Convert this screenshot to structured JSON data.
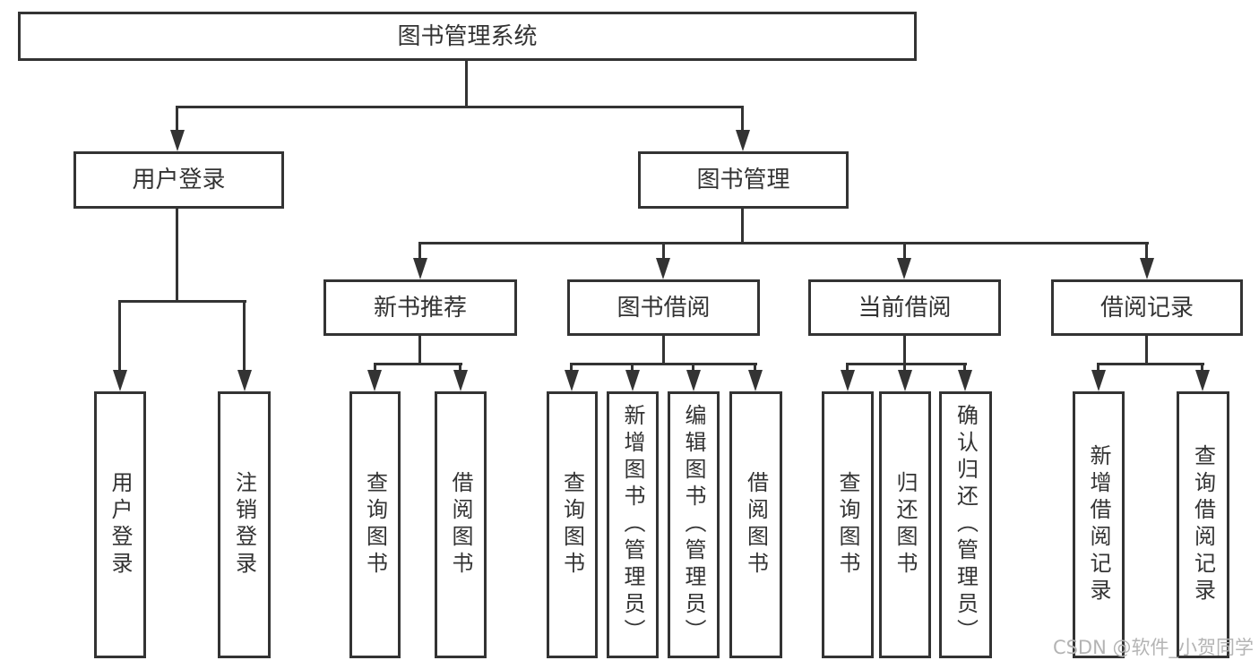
{
  "diagram": {
    "title": "图书管理系统",
    "nodes": {
      "root": "图书管理系统",
      "user_login": "用户登录",
      "book_mgmt": "图书管理",
      "new_books": "新书推荐",
      "book_borrow": "图书借阅",
      "current_borrow": "当前借阅",
      "borrow_records": "借阅记录",
      "leaves": {
        "login": [
          "用户登录",
          "注销登录"
        ],
        "recommend": [
          "查询图书",
          "借阅图书"
        ],
        "borrow": [
          "查询图书",
          "新增图书（管理员）",
          "编辑图书（管理员）",
          "借阅图书"
        ],
        "current": [
          "查询图书",
          "归还图书",
          "确认归还（管理员）"
        ],
        "records": [
          "新增借阅记录",
          "查询借阅记录"
        ]
      }
    },
    "colors": {
      "line": "#333333",
      "text": "#333333",
      "box_background": "#ffffff",
      "page_background": "#ffffff",
      "watermark": "#b4b4b4"
    }
  },
  "watermark": "CSDN @软件_小贺同学"
}
